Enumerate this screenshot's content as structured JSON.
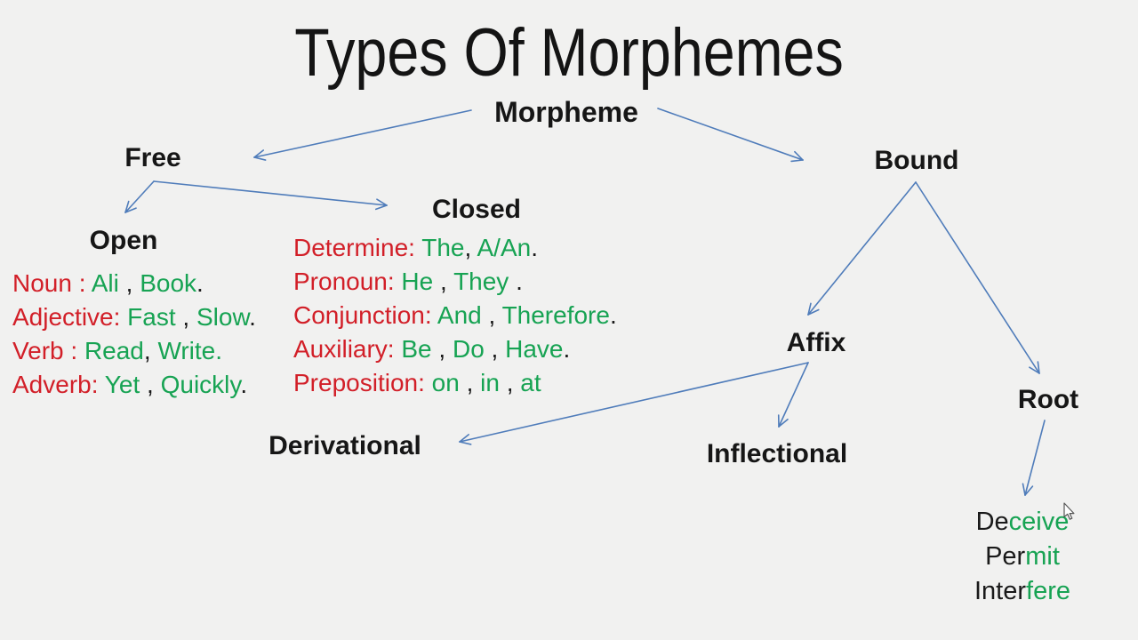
{
  "title": "Types Of Morphemes",
  "colors": {
    "background": "#f1f1f0",
    "red": "#d21f28",
    "green": "#17a353",
    "arrow_blue": "#4f7cba",
    "text_black": "#1a1a1a"
  },
  "nodes": {
    "morpheme": "Morpheme",
    "free": "Free",
    "open": "Open",
    "closed": "Closed",
    "bound": "Bound",
    "affix": "Affix",
    "root": "Root",
    "derivational": "Derivational",
    "inflectional": "Inflectional"
  },
  "edges": [
    {
      "from": "morpheme",
      "to": "free"
    },
    {
      "from": "morpheme",
      "to": "bound"
    },
    {
      "from": "free",
      "to": "open"
    },
    {
      "from": "free",
      "to": "closed"
    },
    {
      "from": "bound",
      "to": "affix"
    },
    {
      "from": "bound",
      "to": "root"
    },
    {
      "from": "affix",
      "to": "derivational"
    },
    {
      "from": "affix",
      "to": "inflectional"
    },
    {
      "from": "root",
      "to": "root_examples"
    }
  ],
  "open_examples": [
    [
      {
        "t": "Noun : ",
        "c": "red"
      },
      {
        "t": "Ali",
        "c": "green"
      },
      {
        "t": " , ",
        "c": "black"
      },
      {
        "t": "Book",
        "c": "green"
      },
      {
        "t": ".",
        "c": "black"
      }
    ],
    [
      {
        "t": "Adjective: ",
        "c": "red"
      },
      {
        "t": "Fast",
        "c": "green"
      },
      {
        "t": " , ",
        "c": "black"
      },
      {
        "t": "Slow",
        "c": "green"
      },
      {
        "t": ".",
        "c": "black"
      }
    ],
    [
      {
        "t": "Verb : ",
        "c": "red"
      },
      {
        "t": "Read",
        "c": "green"
      },
      {
        "t": ", ",
        "c": "black"
      },
      {
        "t": "Write",
        "c": "green"
      },
      {
        "t": ".",
        "c": "green"
      }
    ],
    [
      {
        "t": "Adverb: ",
        "c": "red"
      },
      {
        "t": "Yet",
        "c": "green"
      },
      {
        "t": " , ",
        "c": "black"
      },
      {
        "t": "Quickly",
        "c": "green"
      },
      {
        "t": ".",
        "c": "black"
      }
    ]
  ],
  "closed_examples": [
    [
      {
        "t": "Determine: ",
        "c": "red"
      },
      {
        "t": "The",
        "c": "green"
      },
      {
        "t": ", ",
        "c": "black"
      },
      {
        "t": "A/An",
        "c": "green"
      },
      {
        "t": ".",
        "c": "black"
      }
    ],
    [
      {
        "t": "Pronoun: ",
        "c": "red"
      },
      {
        "t": "He",
        "c": "green"
      },
      {
        "t": " , ",
        "c": "black"
      },
      {
        "t": "They",
        "c": "green"
      },
      {
        "t": " .",
        "c": "black"
      }
    ],
    [
      {
        "t": "Conjunction: ",
        "c": "red"
      },
      {
        "t": "And",
        "c": "green"
      },
      {
        "t": " , ",
        "c": "black"
      },
      {
        "t": "Therefore",
        "c": "green"
      },
      {
        "t": ".",
        "c": "black"
      }
    ],
    [
      {
        "t": "Auxiliary: ",
        "c": "red"
      },
      {
        "t": "Be",
        "c": "green"
      },
      {
        "t": " , ",
        "c": "black"
      },
      {
        "t": "Do",
        "c": "green"
      },
      {
        "t": " , ",
        "c": "black"
      },
      {
        "t": "Have",
        "c": "green"
      },
      {
        "t": ".",
        "c": "black"
      }
    ],
    [
      {
        "t": "Preposition: ",
        "c": "red"
      },
      {
        "t": "on",
        "c": "green"
      },
      {
        "t": " , ",
        "c": "black"
      },
      {
        "t": "in",
        "c": "green"
      },
      {
        "t": " , ",
        "c": "black"
      },
      {
        "t": "at",
        "c": "green"
      }
    ]
  ],
  "root_examples": [
    [
      {
        "t": "De",
        "c": "black"
      },
      {
        "t": "ceive",
        "c": "green"
      }
    ],
    [
      {
        "t": "Per",
        "c": "black"
      },
      {
        "t": "mit",
        "c": "green"
      }
    ],
    [
      {
        "t": "Inter",
        "c": "black"
      },
      {
        "t": "fere",
        "c": "green"
      }
    ]
  ]
}
